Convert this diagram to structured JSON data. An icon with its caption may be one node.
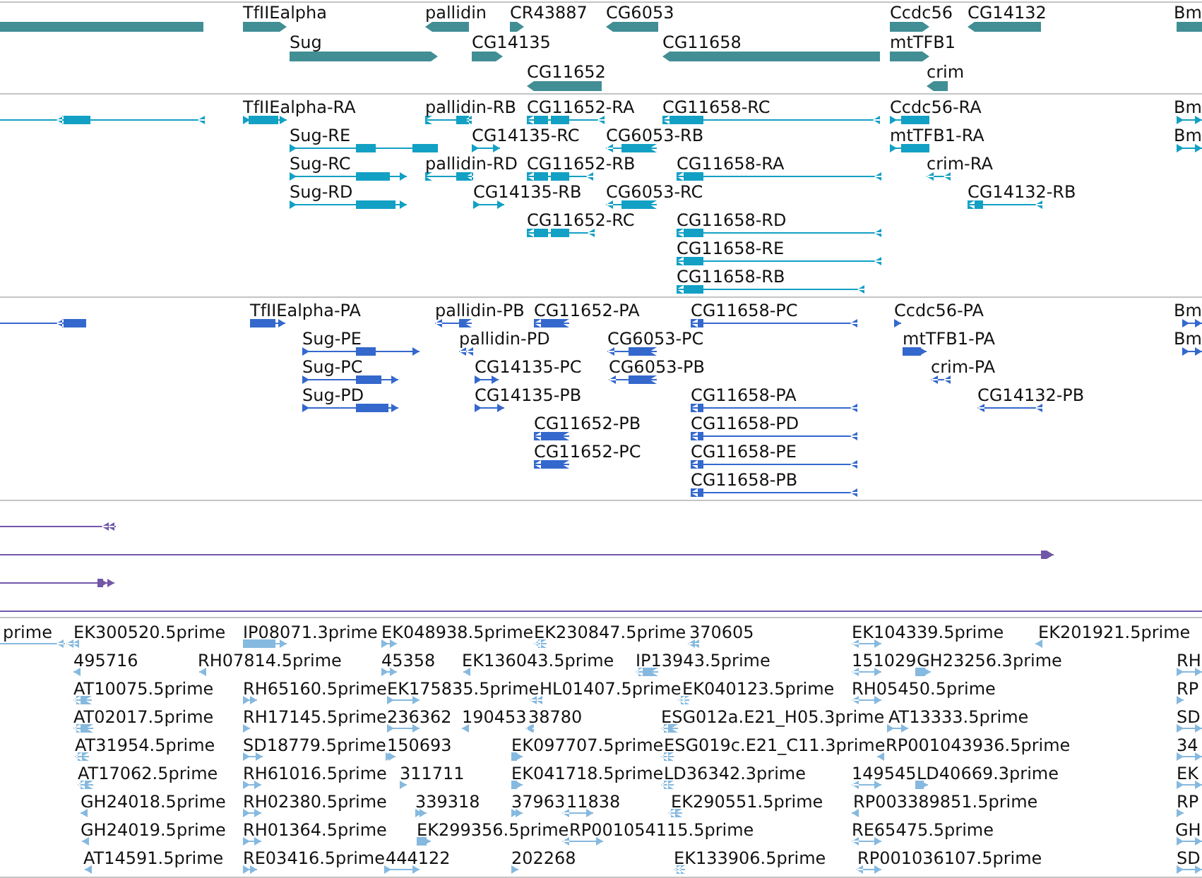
{
  "diagram": {
    "labels": [
      "TfIIEalpha",
      "pallidin",
      "CR43887",
      "CG6053",
      "Ccdc56",
      "CG14132",
      "Bm",
      "Sug",
      "CG14135",
      "CG11658",
      "mtTFB1",
      "CG11652",
      "crim",
      "TfIIEalpha-RA",
      "pallidin-RB",
      "CG11652-RA",
      "CG11658-RC",
      "Ccdc56-RA",
      "Bm",
      "Sug-RE",
      "CG14135-RC",
      "CG6053-RB",
      "mtTFB1-RA",
      "Bm",
      "Sug-RC",
      "pallidin-RD",
      "CG11652-RB",
      "CG11658-RA",
      "crim-RA",
      "Sug-RD",
      "CG14135-RB",
      "CG6053-RC",
      "CG14132-RB",
      "CG11652-RC",
      "CG11658-RD",
      "CG11658-RE",
      "CG11658-RB",
      "TfIIEalpha-PA",
      "pallidin-PB",
      "CG11652-PA",
      "CG11658-PC",
      "Ccdc56-PA",
      "Bm",
      "Sug-PE",
      "pallidin-PD",
      "CG6053-PC",
      "mtTFB1-PA",
      "Bm",
      "Sug-PC",
      "CG14135-PC",
      "CG6053-PB",
      "crim-PA",
      "Sug-PD",
      "CG14135-PB",
      "CG11658-PA",
      "CG14132-PB",
      "CG11652-PB",
      "CG11658-PD",
      "CG11652-PC",
      "CG11658-PE",
      "CG11658-PB",
      "prime",
      "EK300520.5prime",
      "IP08071.3prime",
      "EK048938.5prime",
      "EK230847.5prime",
      "370605",
      "EK104339.5prime",
      "EK201921.5prime",
      "495716",
      "RH07814.5prime",
      "45358",
      "EK136043.5prime",
      "IP13943.5prime",
      "151029",
      "GH23256.3prime",
      "RH",
      "AT10075.5prime",
      "RH65160.5prime",
      "EK175835.5prime",
      "HL01407.5prime",
      "EK040123.5prime",
      "RH05450.5prime",
      "RP",
      "AT02017.5prime",
      "RH17145.5prime",
      "236362",
      "190453",
      "38780",
      "ESG012a.E21_H05.3prime",
      "AT13333.5prime",
      "SD",
      "AT31954.5prime",
      "SD18779.5prime",
      "150693",
      "EK097707.5prime",
      "ESG019c.E21_C11.3prime",
      "RP001043936.5prime",
      "34",
      "AT17062.5prime",
      "RH61016.5prime",
      "311711",
      "EK041718.5prime",
      "LD36342.3prime",
      "149545",
      "LD40669.3prime",
      "EK",
      "GH24018.5prime",
      "RH02380.5prime",
      "339318",
      "37963",
      "11838",
      "EK290551.5prime",
      "RP003389851.5prime",
      "RP",
      "GH24019.5prime",
      "RH01364.5prime",
      "EK299356.5prime",
      "RP001054115.5prime",
      "RE65475.5prime",
      "GH",
      "AT14591.5prime",
      "RE03416.5prime",
      "444122",
      "202268",
      "EK133906.5prime",
      "RP001036107.5prime",
      "SD"
    ]
  }
}
